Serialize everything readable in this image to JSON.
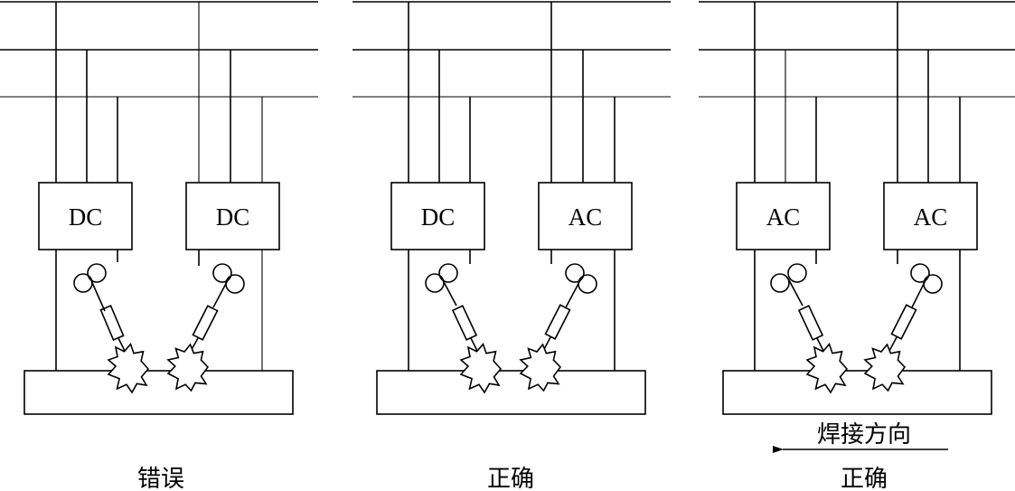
{
  "panels": [
    {
      "left_label": "DC",
      "right_label": "DC",
      "caption": "错误"
    },
    {
      "left_label": "DC",
      "right_label": "AC",
      "caption": "正确"
    },
    {
      "left_label": "AC",
      "right_label": "AC",
      "caption": "正确"
    }
  ],
  "direction": {
    "label": "焊接方向"
  }
}
